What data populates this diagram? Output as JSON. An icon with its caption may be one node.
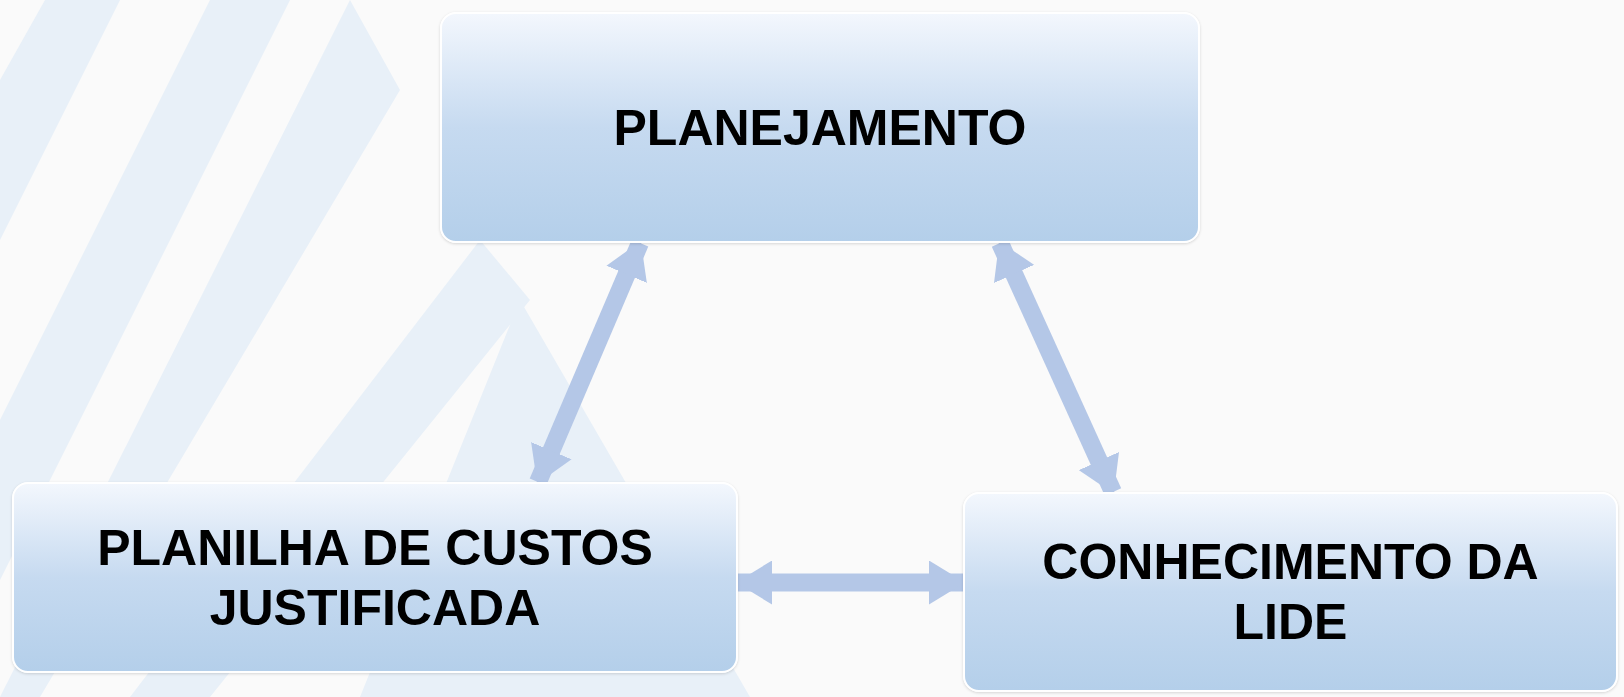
{
  "diagram": {
    "nodes": [
      {
        "text": [
          "PLANEJAMENTO"
        ]
      },
      {
        "text": [
          "PLANILHA DE CUSTOS JUSTIFICADA"
        ]
      },
      {
        "text": [
          "CONHECIMENTO DA LIDE"
        ]
      }
    ],
    "edges": [
      {
        "from": 0,
        "to": 1,
        "arrow": "both"
      },
      {
        "from": 0,
        "to": 2,
        "arrow": "both"
      },
      {
        "from": 1,
        "to": 2,
        "arrow": "both"
      }
    ]
  }
}
